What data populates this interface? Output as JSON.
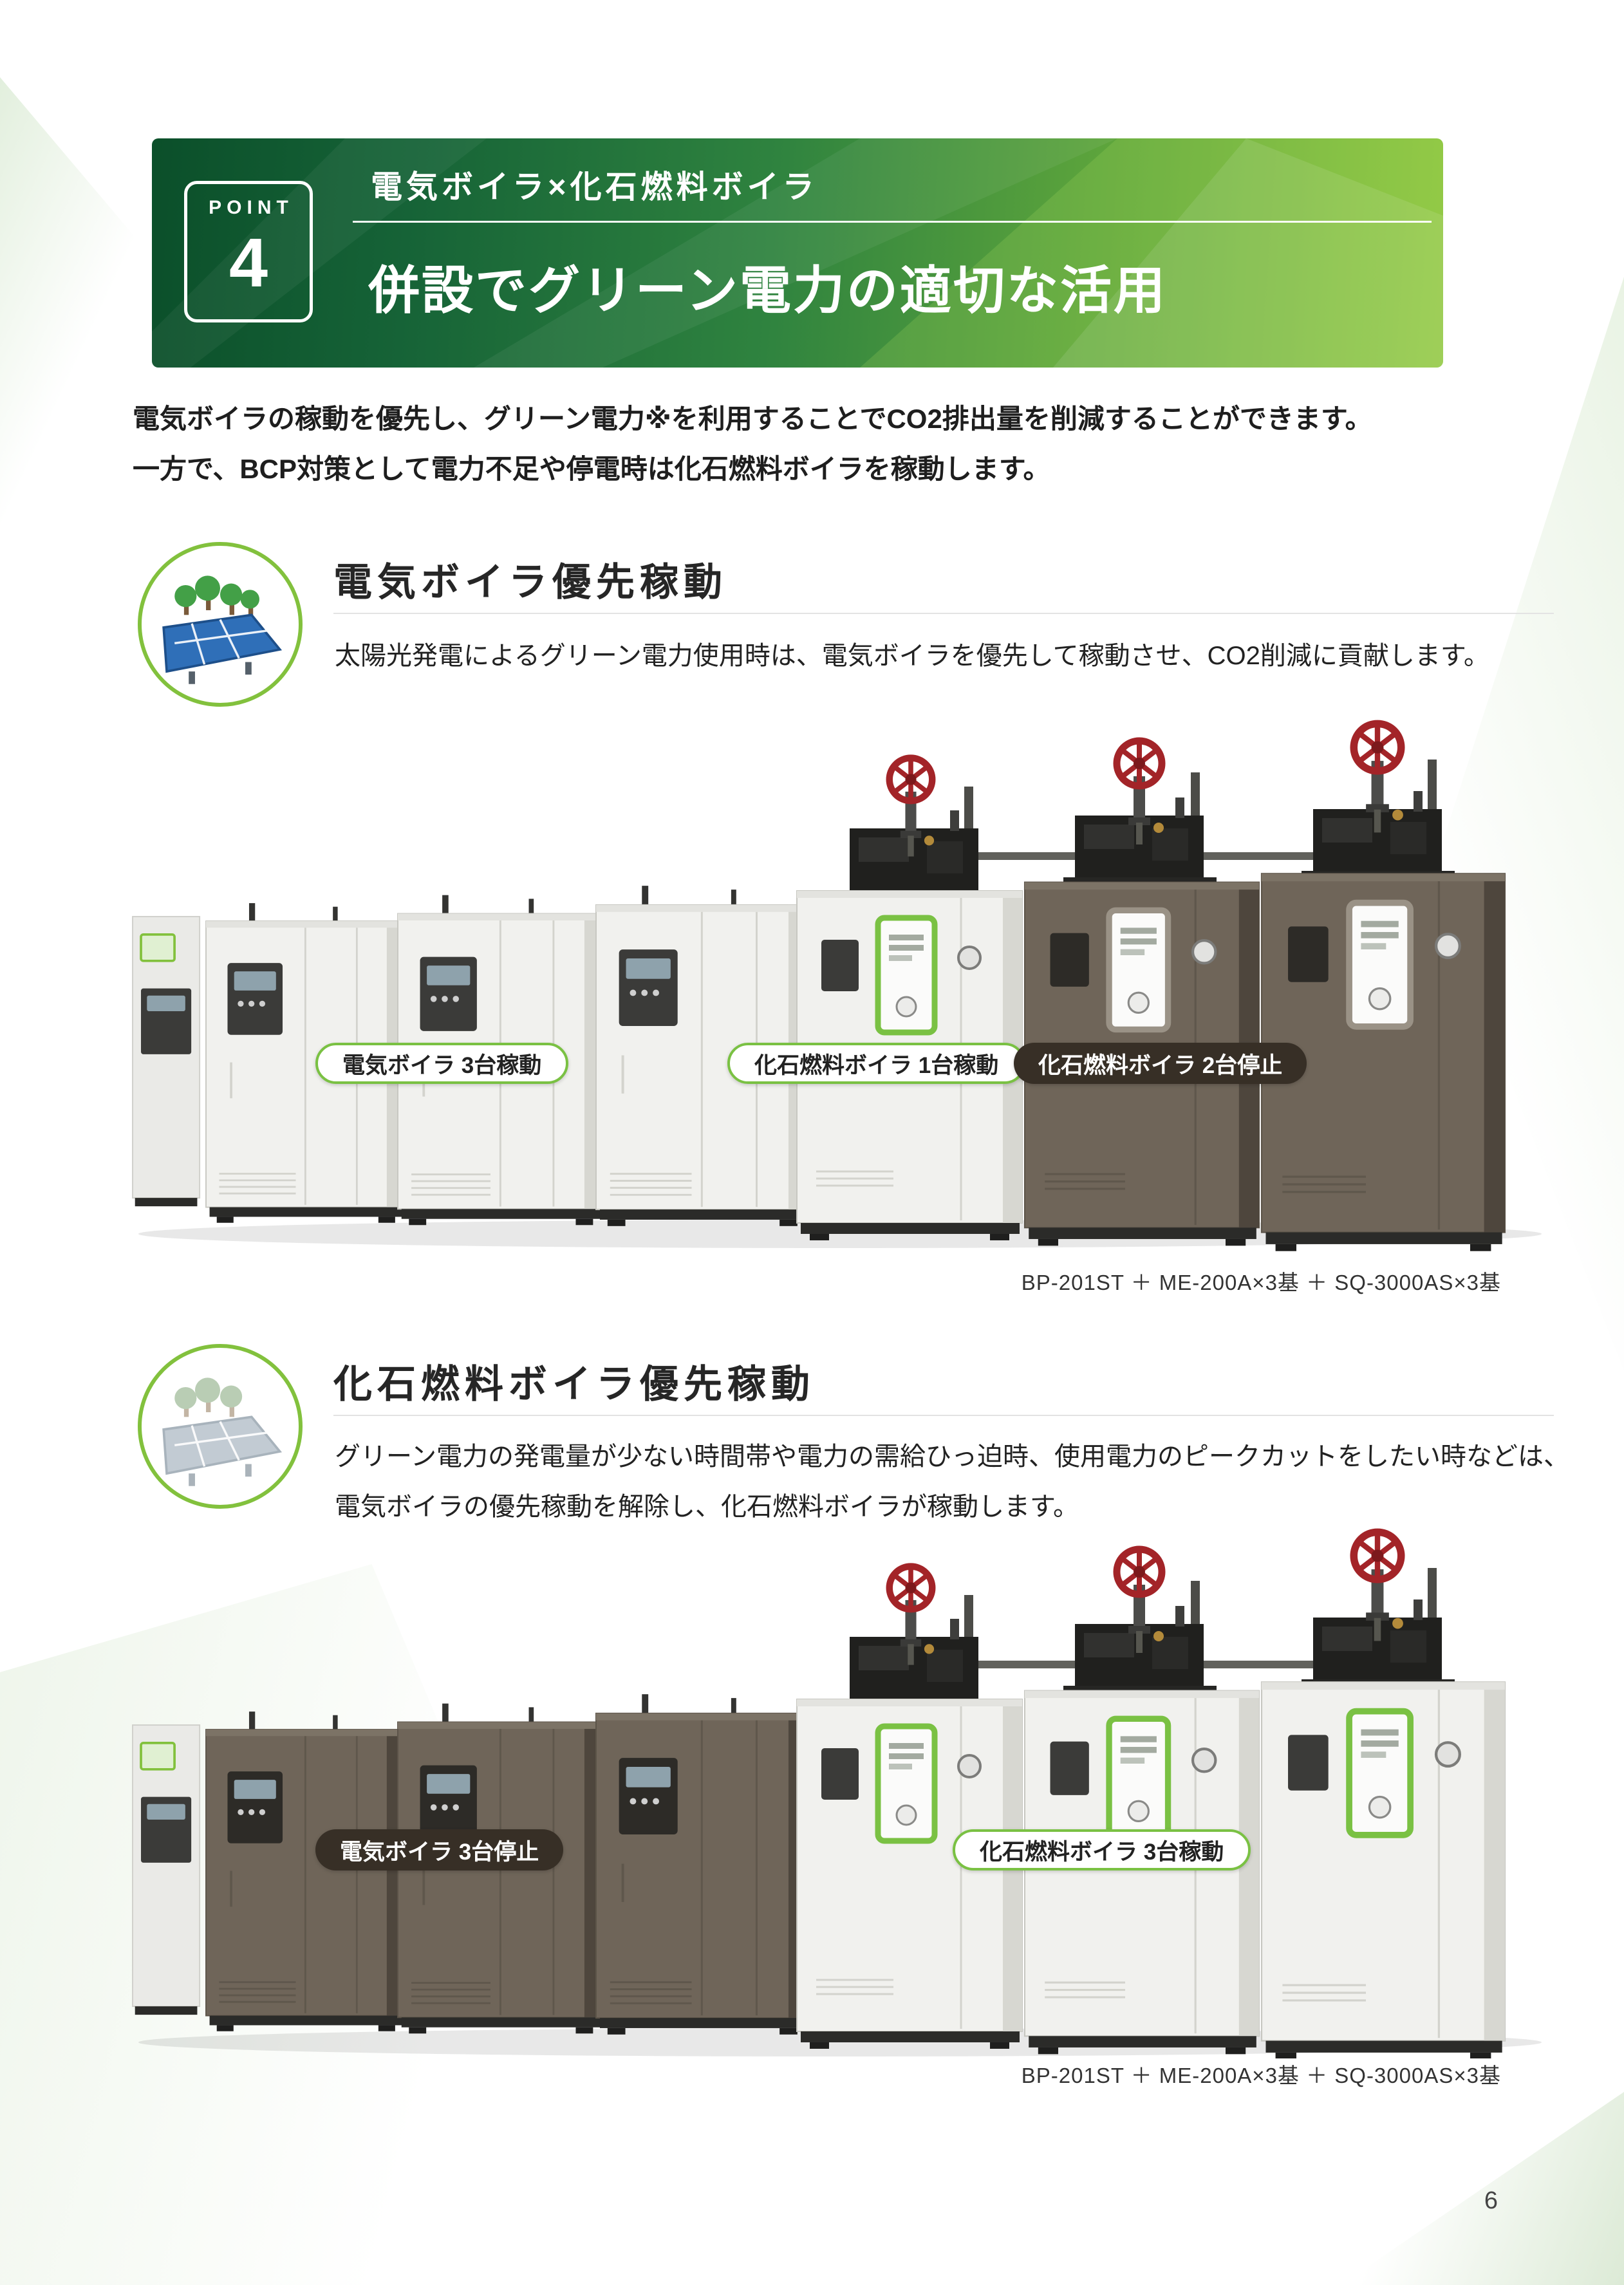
{
  "page_number": "6",
  "header": {
    "point_label": "POINT",
    "point_number": "4",
    "subtitle": "電気ボイラ×化石燃料ボイラ",
    "title": "併設でグリーン電力の適切な活用"
  },
  "intro": {
    "line1": "電気ボイラの稼動を優先し、グリーン電力※を利用することでCO2排出量を削減することができます。",
    "line2": "一方で、BCP対策として電力不足や停電時は化石燃料ボイラを稼動します。"
  },
  "section1": {
    "icon": "solar-power-icon",
    "heading": "電気ボイラ優先稼動",
    "description": "太陽光発電によるグリーン電力使用時は、電気ボイラを優先して稼動させ、CO2削減に貢献します。",
    "labels": {
      "electric": "電気ボイラ 3台稼動",
      "fossil_running": "化石燃料ボイラ 1台稼動",
      "fossil_stopped": "化石燃料ボイラ 2台停止"
    },
    "caption": "BP-201ST ＋ ME-200A×3基 ＋ SQ-3000AS×3基"
  },
  "section2": {
    "icon": "low-solar-icon",
    "heading": "化石燃料ボイラ優先稼動",
    "description_line1": "グリーン電力の発電量が少ない時間帯や電力の需給ひっ迫時、使用電力のピークカットをしたい時などは、",
    "description_line2": "電気ボイラの優先稼動を解除し、化石燃料ボイラが稼動します。",
    "labels": {
      "electric": "電気ボイラ 3台停止",
      "fossil": "化石燃料ボイラ 3台稼動"
    },
    "caption": "BP-201ST ＋ ME-200A×3基 ＋ SQ-3000AS×3基"
  },
  "colors": {
    "accent_green": "#7ac143",
    "banner_gradient_start": "#0b4f2a",
    "banner_gradient_end": "#8ec63f",
    "pill_stopped_bg": "#372f26"
  }
}
